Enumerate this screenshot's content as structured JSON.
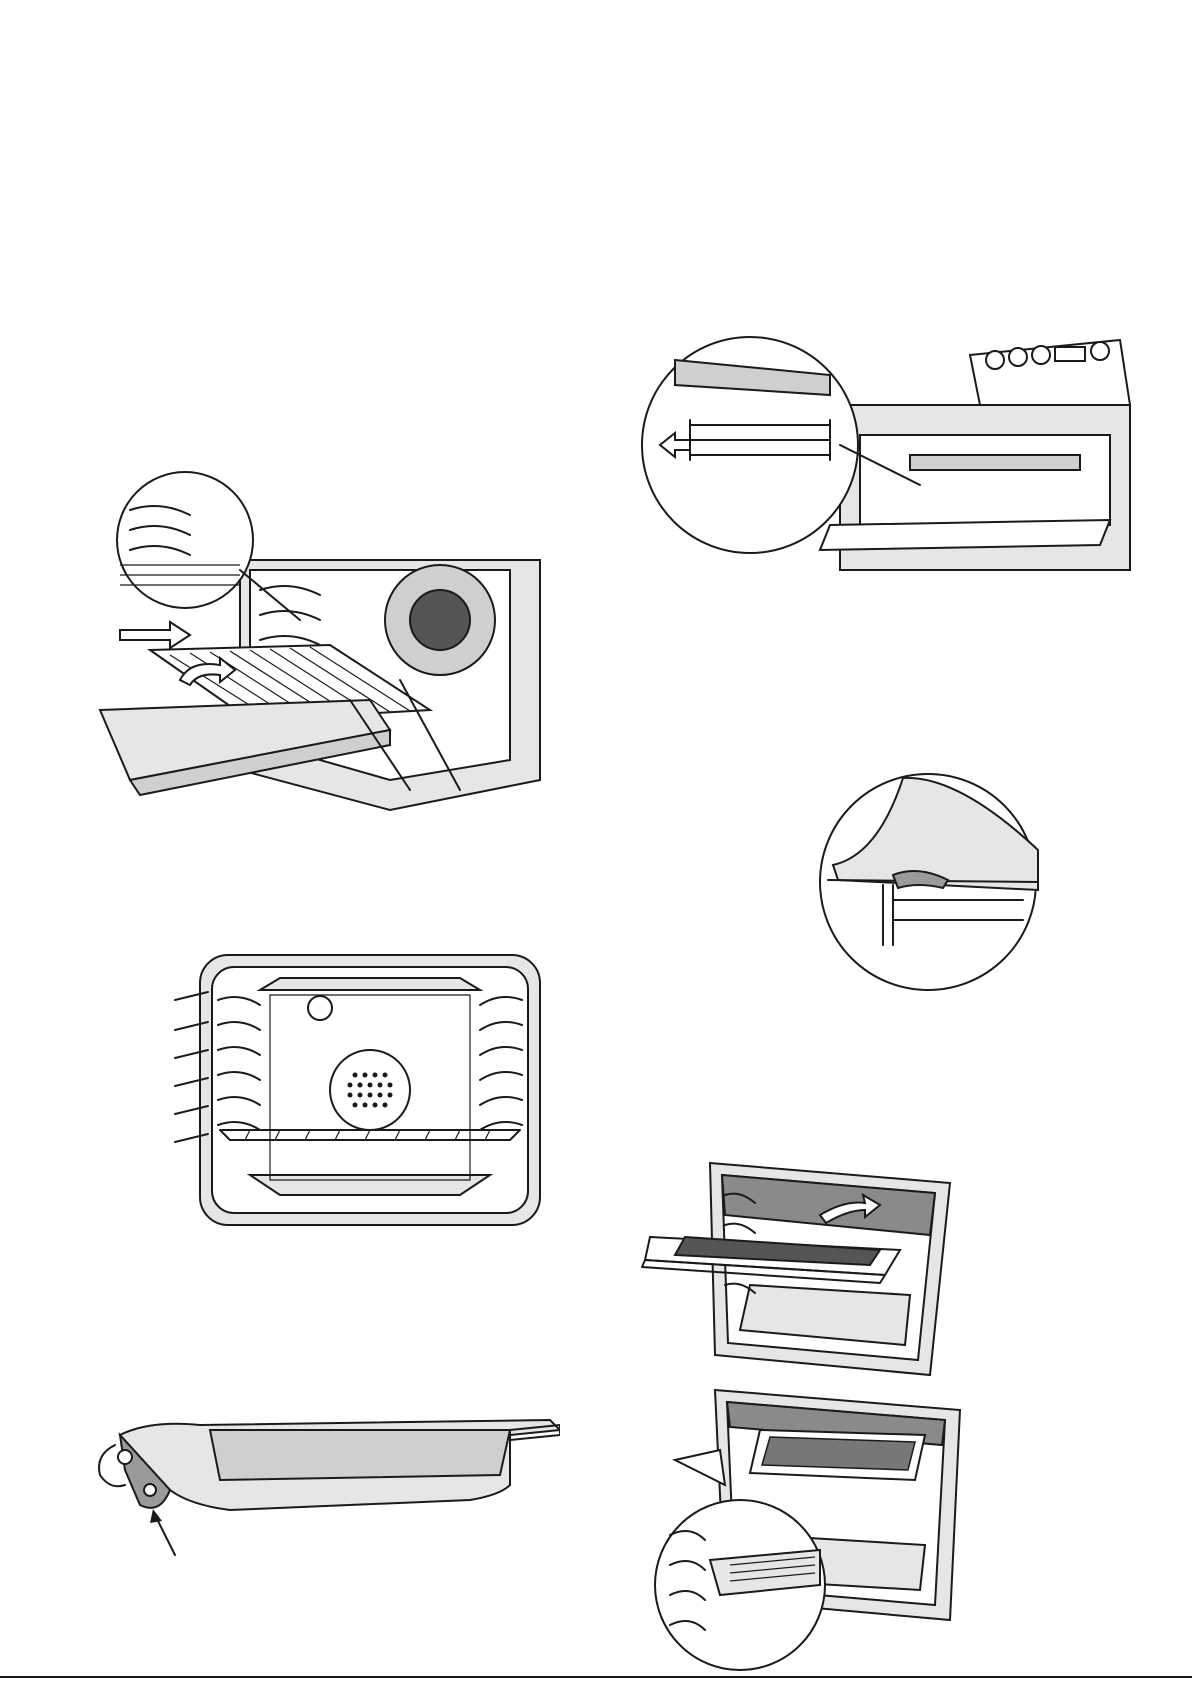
{
  "page": {
    "background": "#ffffff",
    "line_color": "#1a1a1a",
    "shade_light": "#e6e6e6",
    "shade_mid": "#cfcfcf",
    "shade_dark": "#9a9a9a"
  },
  "figures": [
    {
      "name": "oven-shelf-removal-illustration",
      "icon": "shelf-tilt-arrow-icon"
    },
    {
      "name": "cooker-shelf-stop-detail-illustration",
      "icon": "pull-arrow-icon"
    },
    {
      "name": "shelf-runner-detail-illustration",
      "icon": "magnifier-circle-icon"
    },
    {
      "name": "oven-shelf-positions-illustration",
      "icon": "shelf-position-leader-icon"
    },
    {
      "name": "grill-tray-slide-in-illustration",
      "icon": "insert-arrow-icon"
    },
    {
      "name": "grill-pan-side-illustration",
      "icon": "pointer-arrow-icon"
    },
    {
      "name": "grill-tray-installed-illustration",
      "icon": "magnifier-circle-icon"
    }
  ]
}
